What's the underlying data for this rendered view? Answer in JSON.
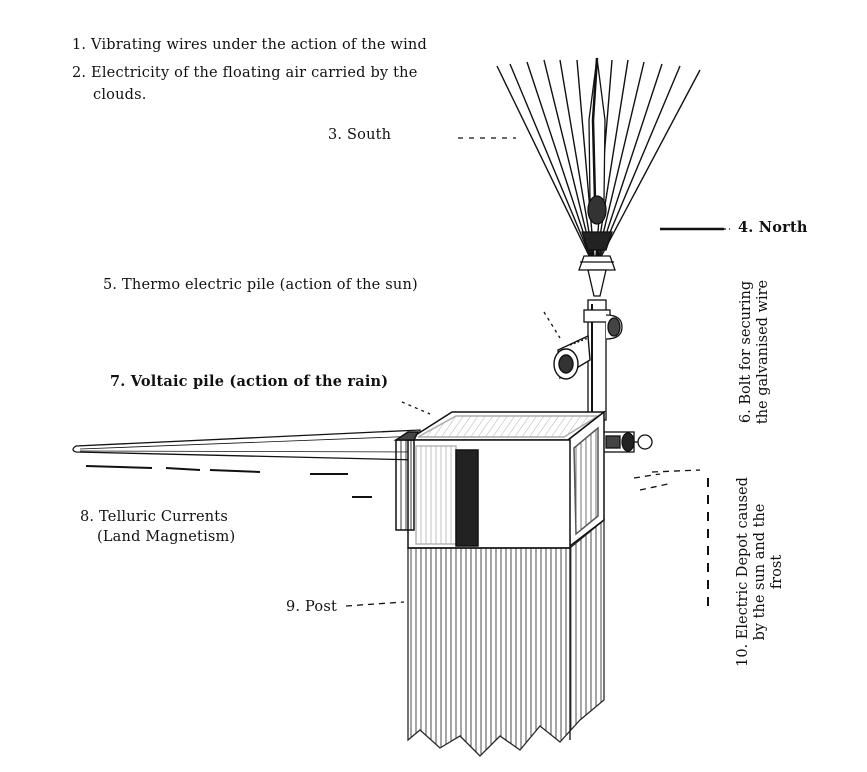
{
  "labels": {
    "l1": "1. Vibrating wires under the action of the wind",
    "l2a": "2. Electricity of the floating air carried by the",
    "l2b": "clouds.",
    "l3": "3. South",
    "l4": "4. North",
    "l5": "5. Thermo electric pile (action of the sun)",
    "l6a": "6. Bolt for securing",
    "l6b": "the galvanised wire",
    "l7": "7. Voltaic pile (action of the rain)",
    "l8a": "8. Telluric Currents",
    "l8b": "(Land Magnetism)",
    "l9": "9. Post",
    "l10a": "10. Electric Depot caused",
    "l10b": "by the sun and the",
    "l10c": "frost"
  }
}
